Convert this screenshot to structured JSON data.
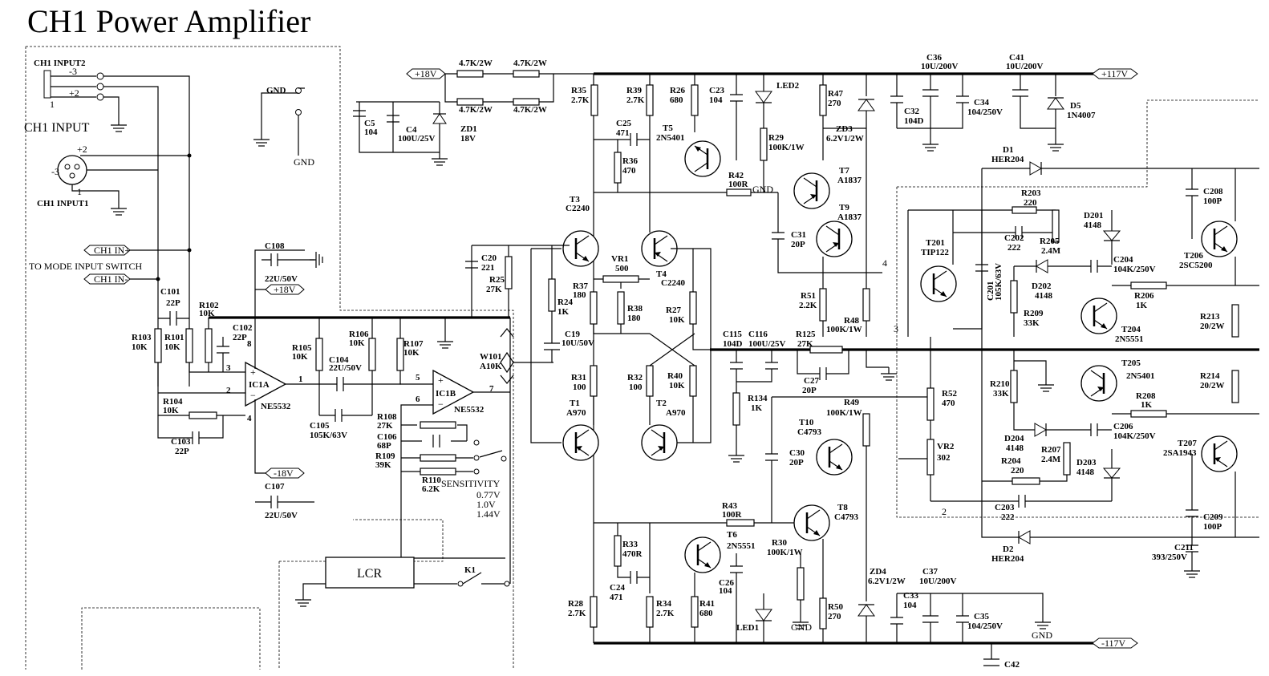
{
  "title": "CH1 Power Amplifier",
  "labels": {
    "ch1_input2": "CH1 INPUT2",
    "ch1_input": "CH1 INPUT",
    "ch1_input1": "CH1 INPUT1",
    "pin_m3_a": "-3",
    "pin_p2_a": "+2",
    "pin_1_a": "1",
    "pin_p2_b": "+2",
    "pin_m3_b": "-3",
    "pin_1_b": "1",
    "gnd_top": "GND",
    "gnd_bottom": "GND",
    "ch1_in_plus": "CH1 IN+",
    "ch1_in_minus": "CH1 IN-",
    "to_mode": "TO MODE INPUT SWITCH",
    "c108": "C108",
    "c108_val": "22U/50V",
    "p18v_mid": "+18V",
    "m18v_mid": "-18V",
    "c107": "C107",
    "c107_val": "22U/50V",
    "c101": "C101",
    "c101_val": "22P",
    "r102": "R102",
    "r102_val": "10K",
    "c102": "C102",
    "c102_val": "22P",
    "r103": "R103",
    "r103_val": "10K",
    "r101": "R101",
    "r101_val": "10K",
    "r104": "R104",
    "r104_val": "10K",
    "c103": "C103",
    "c103_val": "22P",
    "ic1a": "IC1A",
    "ne5532_a": "NE5532",
    "ic1b": "IC1B",
    "ne5532_b": "NE5532",
    "r105": "R105",
    "r105_val": "10K",
    "c104": "C104",
    "c104_val": "22U/50V",
    "r106": "R106",
    "r106_val": "10K",
    "r107": "R107",
    "r107_val": "10K",
    "c105": "C105",
    "c105_val": "105K/63V",
    "r108": "R108",
    "r108_val": "27K",
    "c106": "C106",
    "c106_val": "68P",
    "r109": "R109",
    "r109_val": "39K",
    "r110": "R110",
    "r110_val": "6.2K",
    "sensitivity": "SENSITIVITY",
    "sens1": "0.77V",
    "sens2": "1.0V",
    "sens3": "1.44V",
    "lcr": "LCR",
    "k1": "K1",
    "w101": "W101",
    "w101_val": "A10K",
    "pin1": "1",
    "pin2": "2",
    "pin3": "3",
    "pin4": "4",
    "pin5": "5",
    "pin6": "6",
    "pin7": "7",
    "pin8": "8",
    "p18v_top": "+18V",
    "r_47k_1": "4.7K/2W",
    "r_47k_2": "4.7K/2W",
    "r_47k_3": "4.7K/2W",
    "r_47k_4": "4.7K/2W",
    "c5": "C5",
    "c5_val": "104",
    "c4": "C4",
    "c4_val": "100U/25V",
    "zd1": "ZD1",
    "zd1_val": "18V",
    "r35": "R35",
    "r35_val": "2.7K",
    "r39": "R39",
    "r39_val": "2.7K",
    "r26": "R26",
    "r26_val": "680",
    "c23": "C23",
    "c23_val": "104",
    "led2": "LED2",
    "r47": "R47",
    "r47_val": "270",
    "c36": "C36",
    "c36_val": "10U/200V",
    "c41": "C41",
    "c41_val": "10U/200V",
    "p117v": "+117V",
    "c25": "C25",
    "c25_val": "471",
    "t5": "T5",
    "t5_val": "2N5401",
    "r36": "R36",
    "r36_val": "470",
    "r29": "R29",
    "r29_val": "100K/1W",
    "c32": "C32",
    "c32_val": "104D",
    "c34": "C34",
    "c34_val": "104/250V",
    "d5": "D5",
    "d5_val": "1N4007",
    "zd3": "ZD3",
    "zd3_val": "6.2V1/2W",
    "r42": "R42",
    "r42_val": "100R",
    "gnd_r42": "GND",
    "t7": "T7",
    "t7_val": "A1837",
    "t9": "T9",
    "t9_val": "A1837",
    "d1": "D1",
    "d1_val": "HER204",
    "t3": "T3",
    "t3_val": "C2240",
    "c31": "C31",
    "c31_val": "20P",
    "r203": "R203",
    "r203_val": "220",
    "d201": "D201",
    "d201_val": "4148",
    "c208": "C208",
    "c208_val": "100P",
    "c20": "C20",
    "c20_val": "221",
    "r25": "R25",
    "r25_val": "27K",
    "vr1": "VR1",
    "vr1_val": "500",
    "t4": "T4",
    "t4_val": "C2240",
    "t201": "T201",
    "t201_val": "TIP122",
    "c202": "C202",
    "c202_val": "222",
    "r205": "R205",
    "r205_val": "2.4M",
    "c204": "C204",
    "c204_val": "104K/250V",
    "t206": "T206",
    "t206_val": "2SC5200",
    "r37": "R37",
    "r37_val": "180",
    "r24": "R24",
    "r24_val": "1K",
    "r38": "R38",
    "r38_val": "180",
    "r27": "R27",
    "r27_val": "10K",
    "r51": "R51",
    "r51_val": "2.2K",
    "c201": "C201",
    "c201_val": "105K/63V",
    "d202": "D202",
    "d202_val": "4148",
    "r206": "R206",
    "r206_val": "1K",
    "r209": "R209",
    "r209_val": "33K",
    "r213": "R213",
    "r213_val": "20/2W",
    "c19": "C19",
    "c19_val": "10U/50V",
    "c115": "C115",
    "c115_val": "104D",
    "c116": "C116",
    "c116_val": "100U/25V",
    "r125": "R125",
    "r125_val": "27K",
    "r48": "R48",
    "r48_val": "100K/1W",
    "t204": "T204",
    "t204_val": "2N5551",
    "mk4": "4",
    "mk3": "3",
    "mk2": "2",
    "r31": "R31",
    "r31_val": "100",
    "r32": "R32",
    "r32_val": "100",
    "r40": "R40",
    "r40_val": "10K",
    "c27": "C27",
    "c27_val": "20P",
    "r210": "R210",
    "r210_val": "33K",
    "t205": "T205",
    "t205_val": "2N5401",
    "r214": "R214",
    "r214_val": "20/2W",
    "t1": "T1",
    "t1_val": "A970",
    "t2": "T2",
    "t2_val": "A970",
    "r134": "R134",
    "r134_val": "1K",
    "r49": "R49",
    "r49_val": "100K/1W",
    "r52": "R52",
    "r52_val": "470",
    "r208": "R208",
    "r208_val": "1K",
    "t10": "T10",
    "t10_val": "C4793",
    "c30": "C30",
    "c30_val": "20P",
    "vr2": "VR2",
    "vr2_val": "302",
    "d204": "D204",
    "d204_val": "4148",
    "r207": "R207",
    "r207_val": "2.4M",
    "c206": "C206",
    "c206_val": "104K/250V",
    "t207": "T207",
    "t207_val": "2SA1943",
    "d203": "D203",
    "d203_val": "4148",
    "r204": "R204",
    "r204_val": "220",
    "r43": "R43",
    "r43_val": "100R",
    "t8": "T8",
    "t8_val": "C4793",
    "c203": "C203",
    "c203_val": "222",
    "c209": "C209",
    "c209_val": "100P",
    "r33": "R33",
    "r33_val": "470R",
    "t6": "T6",
    "t6_val": "2N5551",
    "r30": "R30",
    "r30_val": "100K/1W",
    "d2": "D2",
    "d2_val": "HER204",
    "c211": "C211",
    "c211_val": "393/250V",
    "c24": "C24",
    "c24_val": "471",
    "c26": "C26",
    "c26_val": "104",
    "zd4": "ZD4",
    "zd4_val": "6.2V1/2W",
    "c37": "C37",
    "c37_val": "10U/200V",
    "c33": "C33",
    "c33_val": "104",
    "r28": "R28",
    "r28_val": "2.7K",
    "r34": "R34",
    "r34_val": "2.7K",
    "r41": "R41",
    "r41_val": "680",
    "led1": "LED1",
    "gnd_r30": "GND",
    "r50": "R50",
    "r50_val": "270",
    "c35": "C35",
    "c35_val": "104/250V",
    "gnd_c35": "GND",
    "m117v": "-117V",
    "c42": "C42"
  }
}
